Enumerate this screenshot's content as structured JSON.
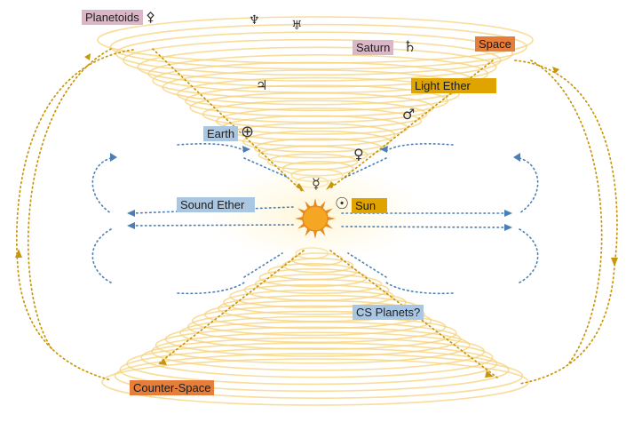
{
  "labels": {
    "planetoids": "Planetoids",
    "saturn": "Saturn",
    "space": "Space",
    "light_ether": "Light Ether",
    "earth": "Earth",
    "sound_ether": "Sound Ether",
    "sun": "Sun",
    "cs_planets": "CS Planets?",
    "counter_space": "Counter-Space"
  },
  "symbols": {
    "planetoids": "⚴",
    "neptune": "♆",
    "uranus": "♅",
    "saturn": "♄",
    "jupiter": "♃",
    "mars": "♂",
    "earth": "⊕",
    "venus": "♀",
    "mercury": "☿",
    "sun": "☉"
  },
  "colors": {
    "gold_flow": "#c8960a",
    "blue_flow": "#4a7fb5",
    "vortex": "#f6d27a",
    "sun_fill": "#f5a623",
    "sun_rays": "#e58a1f"
  }
}
